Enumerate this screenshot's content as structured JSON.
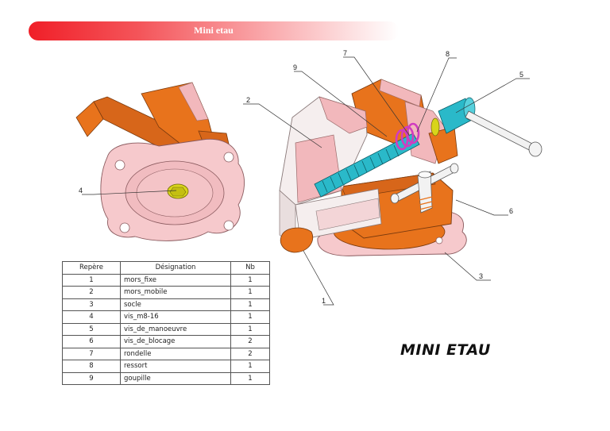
{
  "banner": {
    "title": "Mini etau"
  },
  "callouts": [
    "1",
    "2",
    "3",
    "4",
    "5",
    "6",
    "7",
    "8",
    "9"
  ],
  "table": {
    "headers": [
      "Repère",
      "Désignation",
      "Nb"
    ],
    "rows": [
      {
        "ref": "1",
        "name": "mors_fixe",
        "qty": "1"
      },
      {
        "ref": "2",
        "name": "mors_mobile",
        "qty": "1"
      },
      {
        "ref": "3",
        "name": "socle",
        "qty": "1"
      },
      {
        "ref": "4",
        "name": "vis_m8-16",
        "qty": "1"
      },
      {
        "ref": "5",
        "name": "vis_de_manoeuvre",
        "qty": "1"
      },
      {
        "ref": "6",
        "name": "vis_de_blocage",
        "qty": "2"
      },
      {
        "ref": "7",
        "name": "rondelle",
        "qty": "2"
      },
      {
        "ref": "8",
        "name": "ressort",
        "qty": "1"
      },
      {
        "ref": "9",
        "name": "goupille",
        "qty": "1"
      }
    ]
  },
  "drawing_title": "MINI ETAU",
  "colors": {
    "orange": "#e8731c",
    "pink": "#f2b8bc",
    "cyan": "#2ab9c9",
    "magenta": "#d13cc0",
    "yellow": "#d8d41a",
    "banner_red": "#f01f28"
  }
}
